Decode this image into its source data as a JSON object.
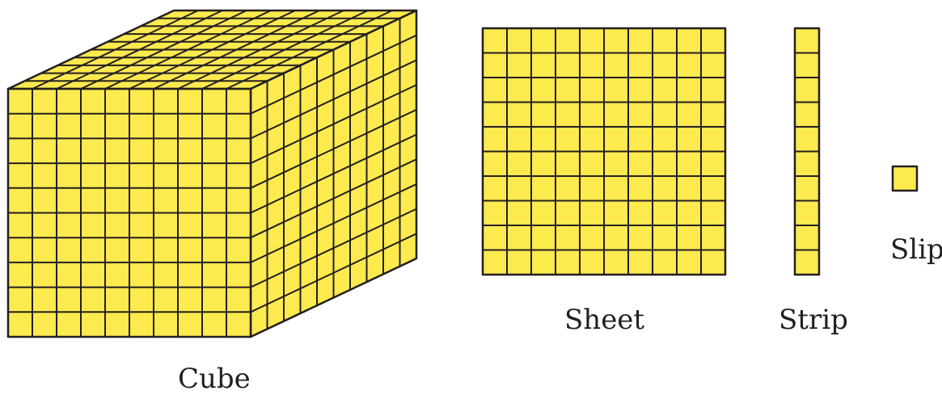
{
  "figure": {
    "labels": {
      "cube": "Cube",
      "sheet": "Sheet",
      "strip": "Strip",
      "slip": "Slip"
    },
    "colors": {
      "fill": "#fcea4f",
      "line": "#231f20",
      "text": "#231f20"
    },
    "grid_units": {
      "cube": [
        10,
        10,
        10
      ],
      "sheet": [
        10,
        10
      ],
      "strip": [
        1,
        10
      ],
      "slip": [
        1,
        1
      ]
    }
  }
}
